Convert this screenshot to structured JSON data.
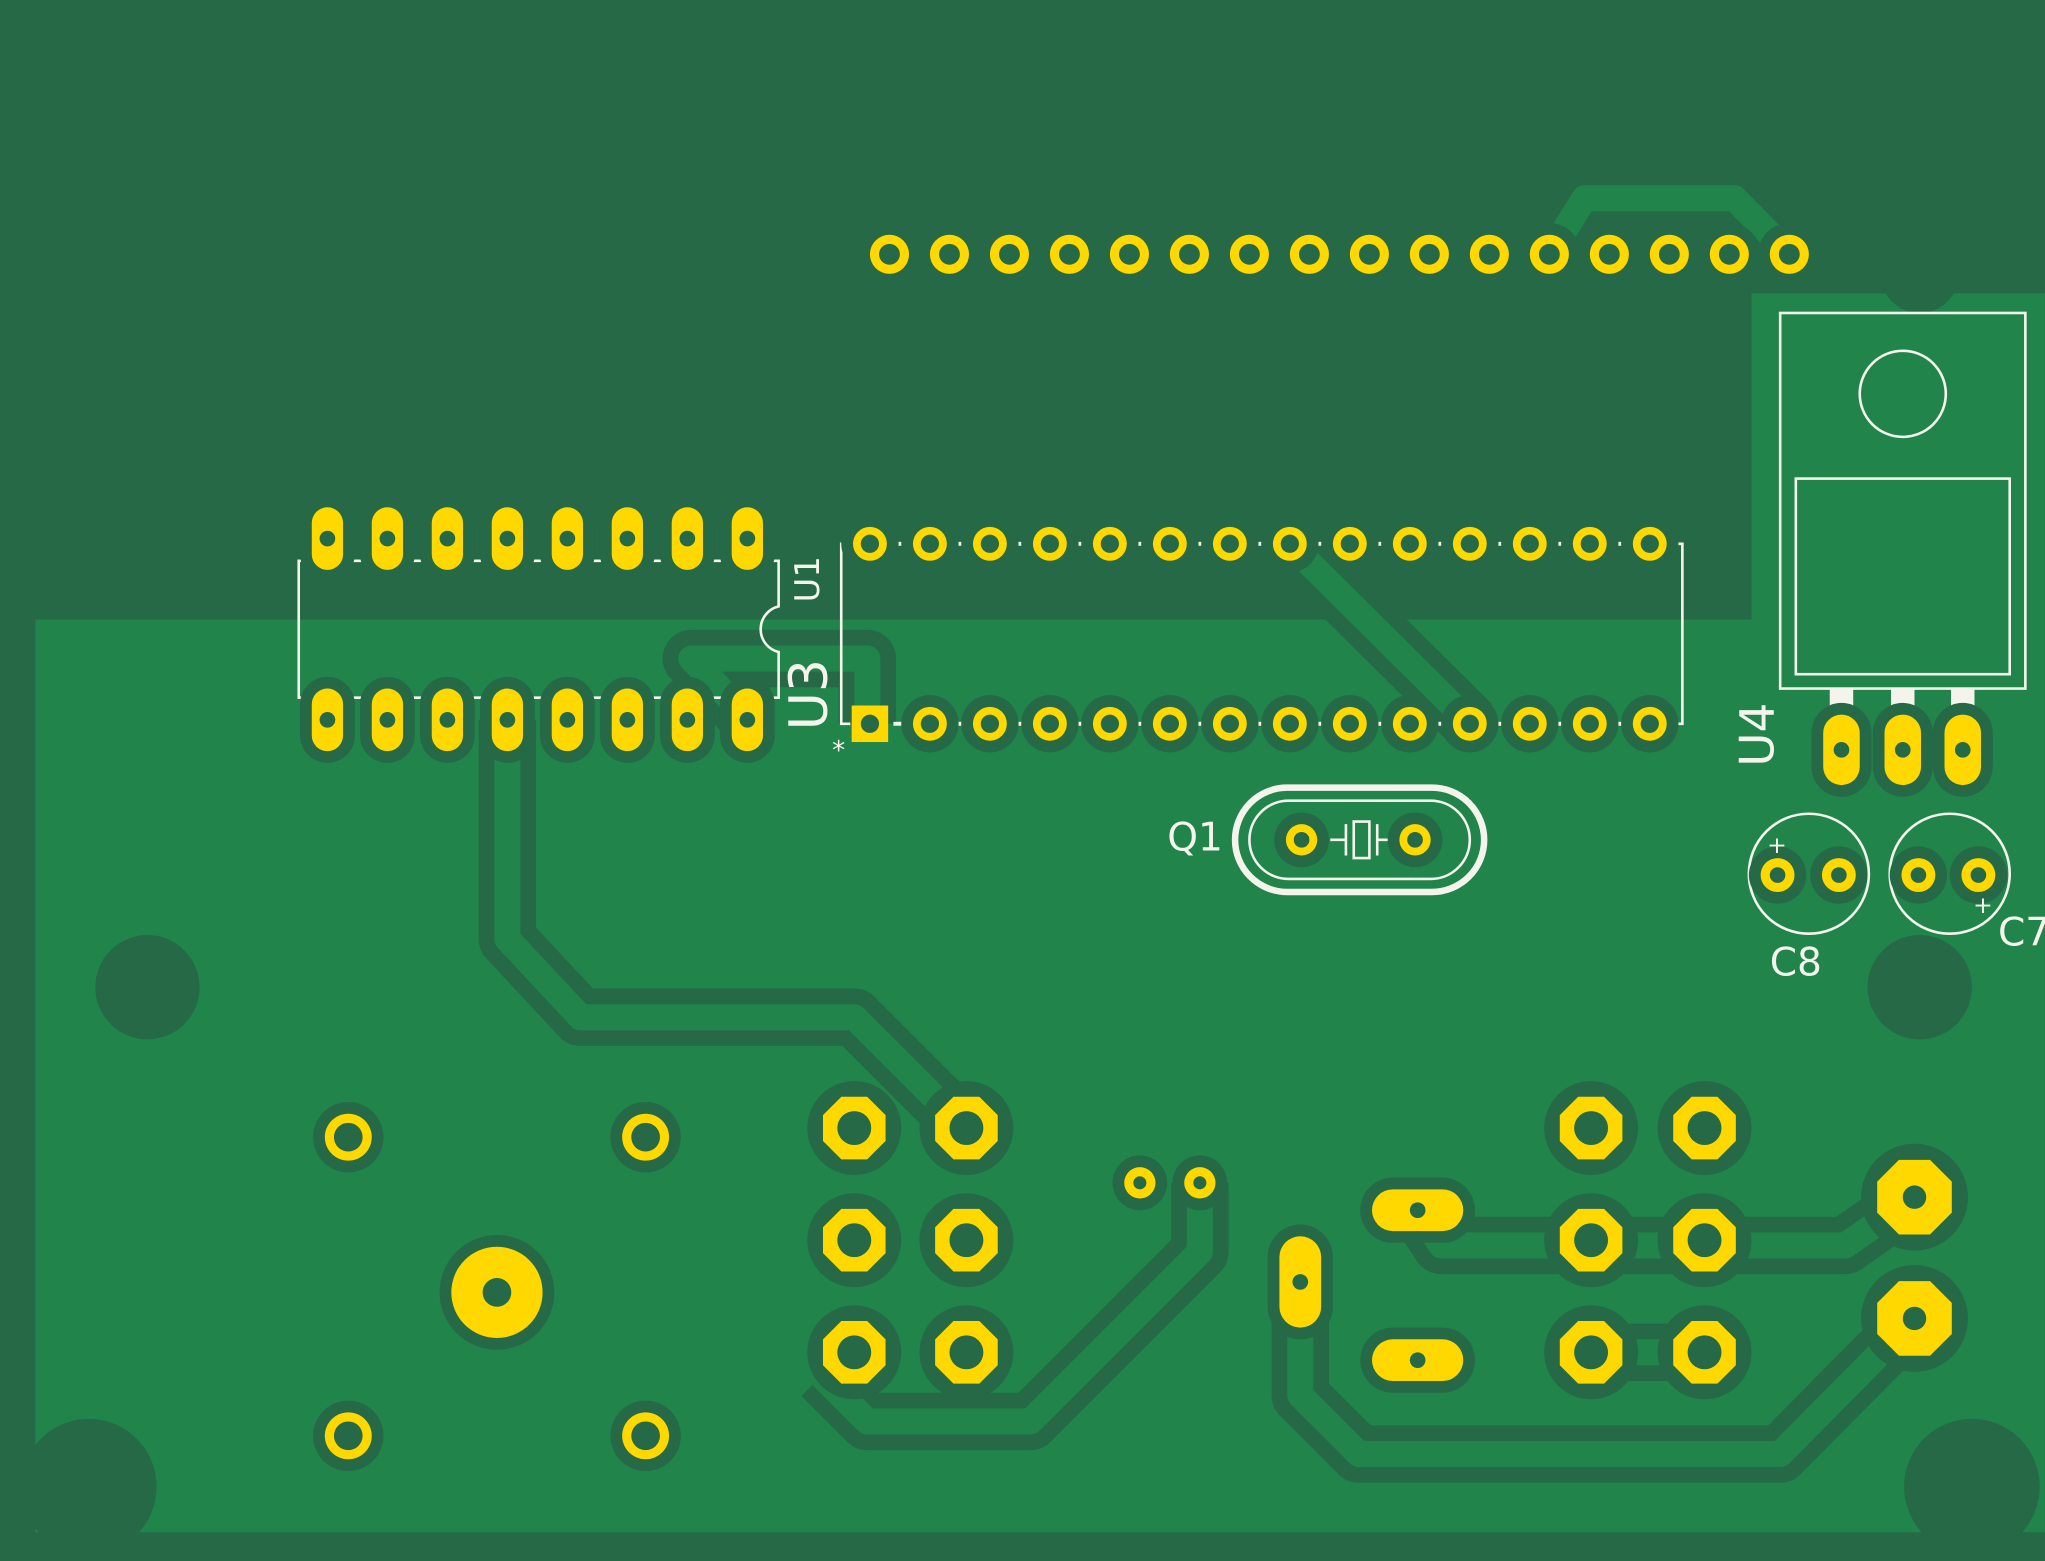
{
  "colors": {
    "substrate": "#256946",
    "copper_pour": "#21844a",
    "pad": "#ffd800",
    "silkscreen": "#f4f4ec"
  },
  "components": {
    "u1": {
      "label": "U1",
      "pins": 28
    },
    "u3": {
      "label": "U3",
      "pins": 16
    },
    "q1": {
      "label": "Q1"
    },
    "u4": {
      "label": "U4"
    },
    "c8": {
      "label": "C8",
      "polarity": "+"
    },
    "c7": {
      "label": "C7",
      "polarity": "+"
    },
    "pin1_marker": "*"
  },
  "header": {
    "pins": 16
  }
}
